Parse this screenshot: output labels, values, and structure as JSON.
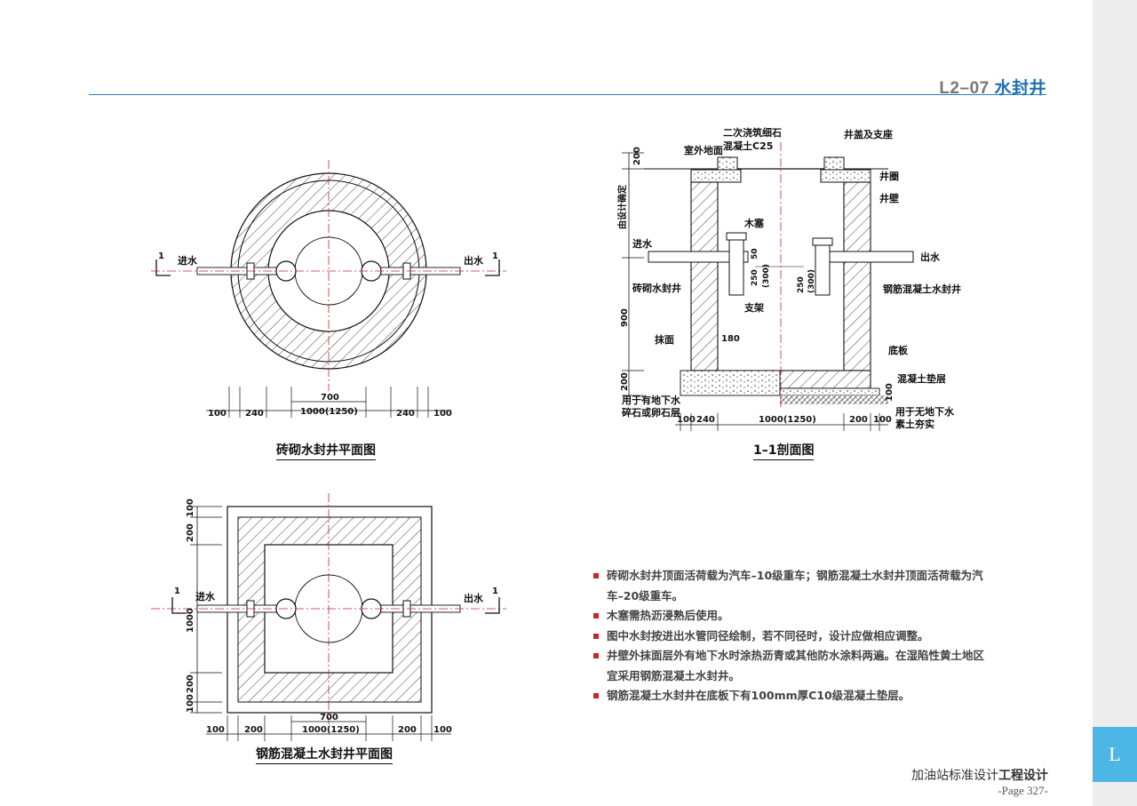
{
  "header": {
    "code": "L2–07",
    "title": "水封井"
  },
  "sidebar": {
    "tab_letter": "L"
  },
  "footer": {
    "book_title_light": "加油站标准设计",
    "book_title_bold": "工程设计",
    "page": "-Page 327-"
  },
  "captions": {
    "brick_plan": "砖砌水封井平面图",
    "section": "1–1剖面图",
    "rc_plan": "钢筋混凝土水封井平面图"
  },
  "labels": {
    "inlet": "进水",
    "outlet": "出水",
    "section_mark": "1",
    "outdoor_ground": "室外地面",
    "secondary_pour_1": "二次浇筑细石",
    "secondary_pour_2": "混凝土C25",
    "cover_seat": "井盖及支座",
    "ring": "井圈",
    "wall": "井壁",
    "wood_plug": "木塞",
    "brick_well": "砖砌水封井",
    "rc_well": "钢筋混凝土水封井",
    "support": "支架",
    "plaster": "抹面",
    "base_plate": "底板",
    "concrete_cushion": "混凝土垫层",
    "groundwater_1": "用于有地下水",
    "groundwater_2": "碎石或卵石层",
    "no_groundwater_1": "用于无地下水",
    "no_groundwater_2": "素土夯实",
    "by_design": "由设计确定"
  },
  "dimensions": {
    "d100": "100",
    "d240": "240",
    "d700": "700",
    "d1000": "1000(1250)",
    "d200": "200",
    "d900": "900",
    "d180": "180",
    "d50": "50",
    "d250": "250",
    "d300": "(300)",
    "d1000v": "1000"
  },
  "notes": [
    "砖砌水封井顶面活荷载为汽车–10级重车；钢筋混凝土水封井顶面活荷载为汽车–20级重车。",
    "木塞需热沥浸熟后使用。",
    "图中水封按进出水管同径绘制，若不同径时，设计应做相应调整。",
    "井壁外抹面层外有地下水时涂热沥青或其他防水涂料两遍。在湿陷性黄土地区宜采用钢筋混凝土水封井。",
    "钢筋混凝土水封井在底板下有100mm厚C10级混凝土垫层。"
  ],
  "colors": {
    "accent_blue": "#1f6fb2",
    "tab_blue": "#4cb6e6",
    "axis_red": "#c4262e",
    "bullet_red": "#c4262e"
  }
}
